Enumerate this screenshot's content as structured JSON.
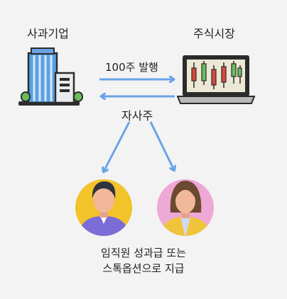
{
  "nodes": {
    "company": "사과기업",
    "market": "주식시장"
  },
  "edges": {
    "issue": "100주 발행",
    "buyback": "자사주"
  },
  "caption": {
    "line1": "임직원 성과급 또는",
    "line2": "스톡옵션으로 지급"
  },
  "colors": {
    "arrow": "#6aa3e8",
    "background": "#f3f3f3"
  },
  "icons": [
    "building-icon",
    "stock-chart-laptop-icon",
    "male-employee-avatar-icon",
    "female-employee-avatar-icon"
  ]
}
